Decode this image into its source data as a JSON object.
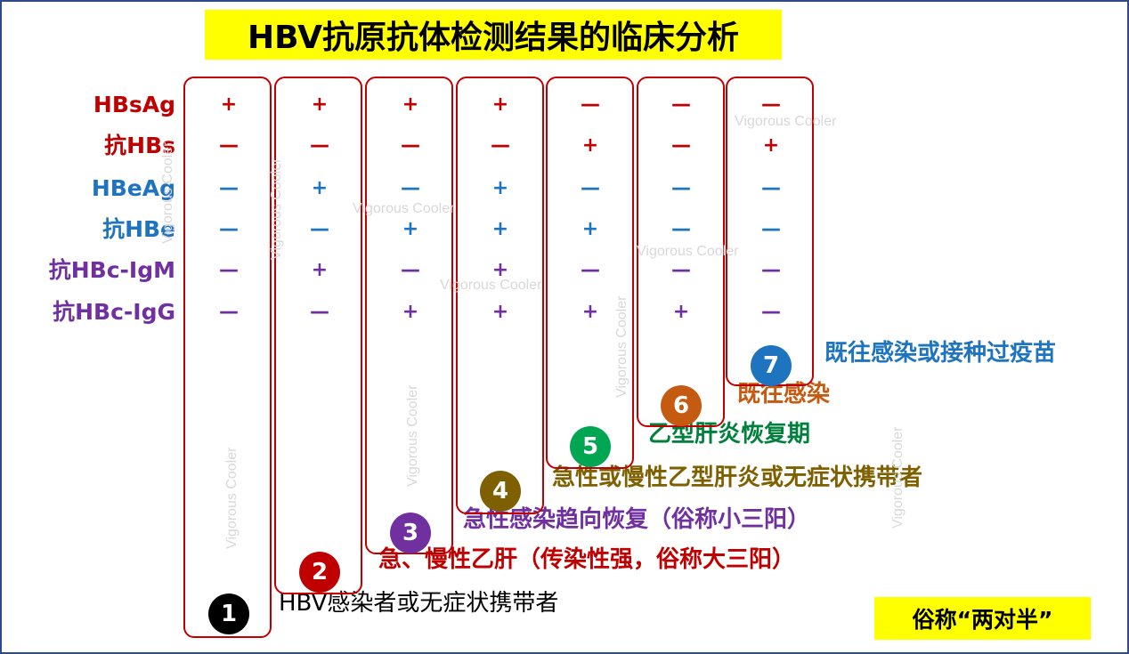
{
  "title": "HBV抗原抗体检测结果的临床分析",
  "markers": [
    {
      "label": "HBsAg",
      "color": "#c00000"
    },
    {
      "label": "抗HBs",
      "color": "#c00000"
    },
    {
      "label": "HBeAg",
      "color": "#1f74c0"
    },
    {
      "label": "抗HBe",
      "color": "#1f74c0"
    },
    {
      "label": "抗HBc-IgM",
      "color": "#7030a0"
    },
    {
      "label": "抗HBc-IgG",
      "color": "#7030a0"
    }
  ],
  "columns": [
    {
      "number": "1",
      "signs": [
        "+",
        "—",
        "—",
        "—",
        "—",
        "—"
      ],
      "interpretation": "HBV感染者或无症状携带者",
      "badge_color": "#000000",
      "text_color": "#000000"
    },
    {
      "number": "2",
      "signs": [
        "+",
        "—",
        "+",
        "—",
        "+",
        "—"
      ],
      "interpretation": "急、慢性乙肝（传染性强，俗称大三阳）",
      "badge_color": "#c00000",
      "text_color": "#c00000"
    },
    {
      "number": "3",
      "signs": [
        "+",
        "—",
        "—",
        "+",
        "—",
        "+"
      ],
      "interpretation": "急性感染趋向恢复（俗称小三阳）",
      "badge_color": "#7030a0",
      "text_color": "#7030a0"
    },
    {
      "number": "4",
      "signs": [
        "+",
        "—",
        "+",
        "+",
        "+",
        "+"
      ],
      "interpretation": "急性或慢性乙型肝炎或无症状携带者",
      "badge_color": "#7f6000",
      "text_color": "#7f6000"
    },
    {
      "number": "5",
      "signs": [
        "—",
        "+",
        "—",
        "+",
        "—",
        "+"
      ],
      "interpretation": "乙型肝炎恢复期",
      "badge_color": "#00a651",
      "text_color": "#00803c"
    },
    {
      "number": "6",
      "signs": [
        "—",
        "—",
        "—",
        "—",
        "—",
        "+"
      ],
      "interpretation": "既往感染",
      "badge_color": "#c55a11",
      "text_color": "#c55a11"
    },
    {
      "number": "7",
      "signs": [
        "—",
        "+",
        "—",
        "—",
        "—",
        "—"
      ],
      "interpretation": "既往感染或接种过疫苗",
      "badge_color": "#1f74c0",
      "text_color": "#1f74c0"
    }
  ],
  "nickname": "俗称“两对半”",
  "watermark": "Vigorous Cooler"
}
